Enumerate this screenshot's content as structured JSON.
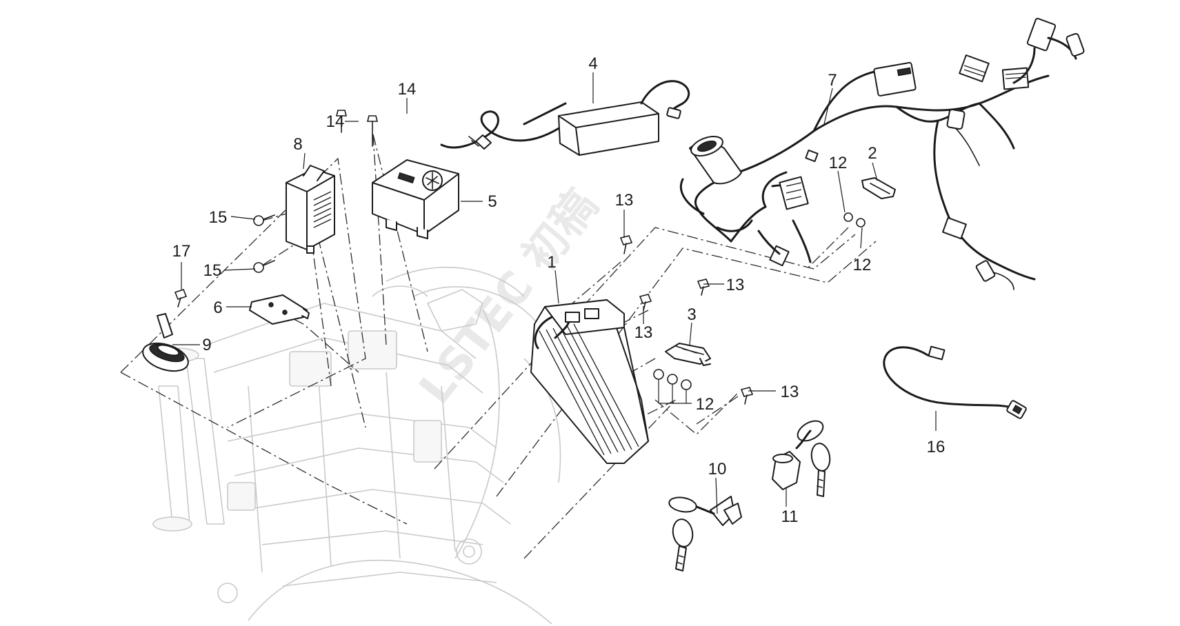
{
  "diagram": {
    "watermark": "LSTEC 初稿",
    "callouts": [
      {
        "id": "c1",
        "label": "1"
      },
      {
        "id": "c2",
        "label": "2"
      },
      {
        "id": "c3",
        "label": "3"
      },
      {
        "id": "c4",
        "label": "4"
      },
      {
        "id": "c5",
        "label": "5"
      },
      {
        "id": "c6",
        "label": "6"
      },
      {
        "id": "c7",
        "label": "7"
      },
      {
        "id": "c8",
        "label": "8"
      },
      {
        "id": "c9",
        "label": "9"
      },
      {
        "id": "c10",
        "label": "10"
      },
      {
        "id": "c11",
        "label": "11"
      },
      {
        "id": "c12a",
        "label": "12"
      },
      {
        "id": "c12b",
        "label": "12"
      },
      {
        "id": "c12c",
        "label": "12"
      },
      {
        "id": "c13a",
        "label": "13"
      },
      {
        "id": "c13b",
        "label": "13"
      },
      {
        "id": "c13c",
        "label": "13"
      },
      {
        "id": "c13d",
        "label": "13"
      },
      {
        "id": "c14a",
        "label": "14"
      },
      {
        "id": "c14b",
        "label": "14"
      },
      {
        "id": "c15a",
        "label": "15"
      },
      {
        "id": "c15b",
        "label": "15"
      },
      {
        "id": "c16",
        "label": "16"
      },
      {
        "id": "c17",
        "label": "17"
      }
    ]
  }
}
